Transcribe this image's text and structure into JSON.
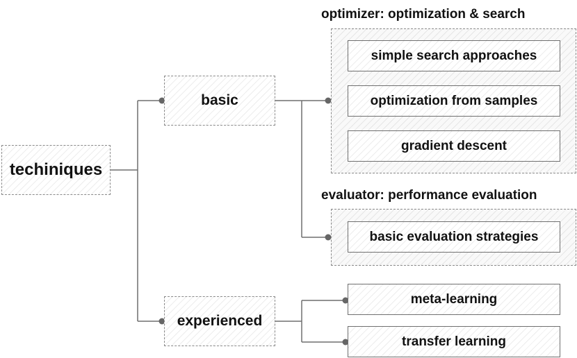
{
  "root": {
    "label": "techiniques"
  },
  "branches": {
    "basic": {
      "label": "basic"
    },
    "experienced": {
      "label": "experienced"
    }
  },
  "groups": {
    "optimizer": {
      "title": "optimizer: optimization & search",
      "items": [
        "simple search approaches",
        "optimization from samples",
        "gradient descent"
      ]
    },
    "evaluator": {
      "title": "evaluator: performance evaluation",
      "items": [
        "basic evaluation strategies"
      ]
    }
  },
  "experienced_items": [
    "meta-learning",
    "transfer learning"
  ],
  "colors": {
    "line": "#6f6f6f",
    "dot": "#666666",
    "border": "#8a8a8a",
    "text": "#111111"
  }
}
